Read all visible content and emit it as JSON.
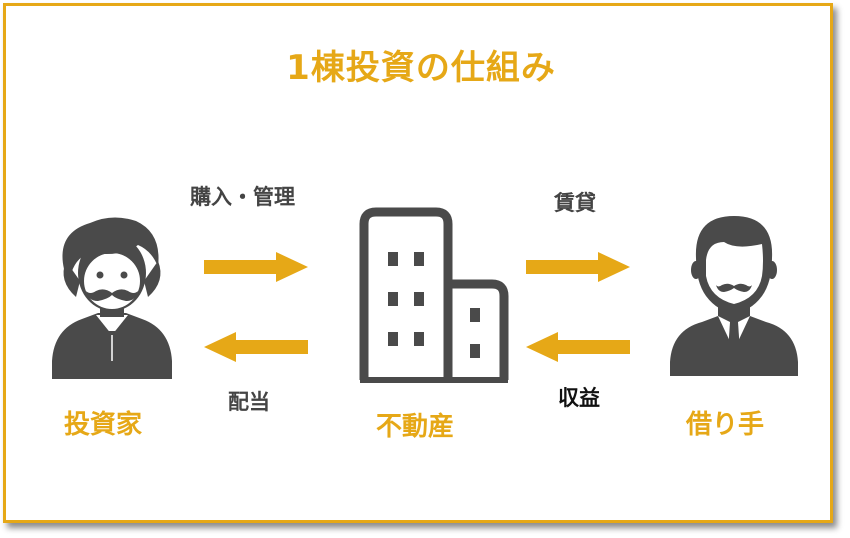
{
  "title": "1棟投資の仕組み",
  "nodes": {
    "investor": "投資家",
    "property": "不動産",
    "tenant": "借り手"
  },
  "flows": {
    "purchase_management": "購入・管理",
    "dividend": "配当",
    "lease": "賃貸",
    "revenue": "収益"
  },
  "colors": {
    "accent": "#e6a817",
    "icon": "#4a4a4a",
    "text": "#444444",
    "revenue_text": "#111111"
  },
  "icons": {
    "investor": "mustached-man-icon",
    "property": "building-icon",
    "tenant": "businessman-icon"
  }
}
